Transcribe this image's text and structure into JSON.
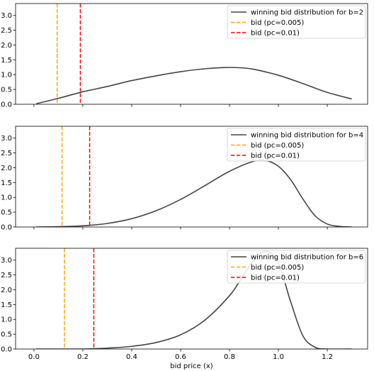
{
  "chart_data": [
    {
      "type": "line",
      "xlabel": "",
      "ylabel": "",
      "xlim": [
        -0.075,
        1.365
      ],
      "ylim": [
        0,
        3.4
      ],
      "yticks": [
        0.0,
        0.5,
        1.0,
        1.5,
        2.0,
        2.5,
        3.0
      ],
      "xticks": [
        0.0,
        0.2,
        0.4,
        0.6,
        0.8,
        1.0,
        1.2
      ],
      "show_xtick_labels": false,
      "legend_placement": "top-right",
      "series": [
        {
          "name": "winning bid distribution for b=2",
          "color": "#444444",
          "style": "solid",
          "x": [
            0.01,
            0.1,
            0.2,
            0.3,
            0.4,
            0.5,
            0.6,
            0.7,
            0.78,
            0.85,
            0.9,
            1.0,
            1.1,
            1.2,
            1.3
          ],
          "y": [
            0.02,
            0.2,
            0.42,
            0.6,
            0.8,
            0.96,
            1.1,
            1.2,
            1.24,
            1.23,
            1.18,
            0.98,
            0.7,
            0.4,
            0.18
          ]
        }
      ],
      "vlines": [
        {
          "name": "bid (pc=0.005)",
          "x": 0.095,
          "color": "#ffa500",
          "style": "dashed"
        },
        {
          "name": "bid (pc=0.01)",
          "x": 0.19,
          "color": "#ff0000",
          "style": "dashed"
        }
      ]
    },
    {
      "type": "line",
      "xlabel": "",
      "ylabel": "",
      "xlim": [
        -0.075,
        1.365
      ],
      "ylim": [
        0,
        3.4
      ],
      "yticks": [
        0.0,
        0.5,
        1.0,
        1.5,
        2.0,
        2.5,
        3.0
      ],
      "xticks": [
        0.0,
        0.2,
        0.4,
        0.6,
        0.8,
        1.0,
        1.2
      ],
      "show_xtick_labels": false,
      "legend_placement": "top-right",
      "series": [
        {
          "name": "winning bid distribution for b=4",
          "color": "#444444",
          "style": "solid",
          "x": [
            0.01,
            0.1,
            0.2,
            0.3,
            0.4,
            0.5,
            0.6,
            0.7,
            0.8,
            0.9,
            0.95,
            1.0,
            1.05,
            1.1,
            1.15,
            1.2,
            1.25,
            1.3
          ],
          "y": [
            0.0,
            0.01,
            0.04,
            0.12,
            0.28,
            0.55,
            0.93,
            1.4,
            1.88,
            2.22,
            2.24,
            2.05,
            1.6,
            0.95,
            0.38,
            0.1,
            0.02,
            0.0
          ]
        }
      ],
      "vlines": [
        {
          "name": "bid (pc=0.005)",
          "x": 0.115,
          "color": "#ffa500",
          "style": "dashed"
        },
        {
          "name": "bid (pc=0.01)",
          "x": 0.228,
          "color": "#ff0000",
          "style": "dashed"
        }
      ]
    },
    {
      "type": "line",
      "xlabel": "bid price (x)",
      "ylabel": "",
      "xlim": [
        -0.075,
        1.365
      ],
      "ylim": [
        0,
        3.4
      ],
      "yticks": [
        0.0,
        0.5,
        1.0,
        1.5,
        2.0,
        2.5,
        3.0
      ],
      "xticks": [
        0.0,
        0.2,
        0.4,
        0.6,
        0.8,
        1.0,
        1.2
      ],
      "show_xtick_labels": true,
      "legend_placement": "top-right",
      "series": [
        {
          "name": "winning bid distribution for b=6",
          "color": "#444444",
          "style": "solid",
          "x": [
            0.01,
            0.2,
            0.3,
            0.4,
            0.5,
            0.6,
            0.7,
            0.8,
            0.85,
            0.9,
            0.95,
            1.0,
            1.05,
            1.1,
            1.15,
            1.2,
            1.3
          ],
          "y": [
            0.0,
            0.0,
            0.03,
            0.09,
            0.22,
            0.48,
            0.98,
            1.8,
            2.4,
            3.0,
            3.3,
            2.9,
            1.6,
            0.45,
            0.06,
            0.0,
            0.0
          ]
        }
      ],
      "vlines": [
        {
          "name": "bid (pc=0.005)",
          "x": 0.125,
          "color": "#ffa500",
          "style": "dashed"
        },
        {
          "name": "bid (pc=0.01)",
          "x": 0.245,
          "color": "#ff0000",
          "style": "dashed"
        }
      ]
    }
  ]
}
